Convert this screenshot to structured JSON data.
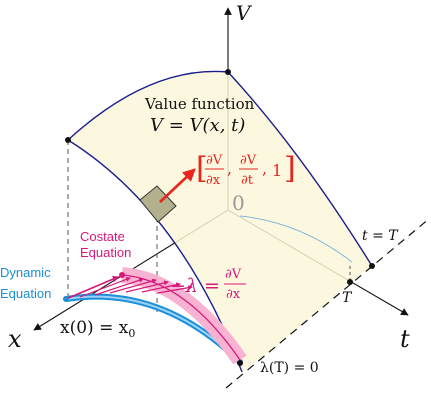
{
  "axes": {
    "v_label": "V",
    "t_label": "t",
    "x_label": "x",
    "origin_label": "0"
  },
  "surface": {
    "title": "Value function",
    "equation": "V = V(x, t)",
    "fill_color": "#fbf7d9",
    "edge_color": "#1a1f8c"
  },
  "gradient": {
    "label_partial_x_num": "∂V",
    "label_partial_x_den": "∂x",
    "label_partial_t_num": "∂V",
    "label_partial_t_den": "∂t",
    "label_one": "1",
    "color": "#e8251f"
  },
  "costate": {
    "title_line1": "Costate",
    "title_line2": "Equation",
    "relation_lhs": "−λ =",
    "relation_num": "∂V",
    "relation_den": "∂x",
    "color": "#d6187a"
  },
  "dynamic": {
    "title_line1": "Dynamic",
    "title_line2": "Equation",
    "color": "#1b8fd8"
  },
  "annotations": {
    "initial_condition": "x(0) = x",
    "initial_subscript": "0",
    "terminal_time": "t = T",
    "t_tick": "T",
    "terminal_costate": "λ(T) = 0"
  }
}
